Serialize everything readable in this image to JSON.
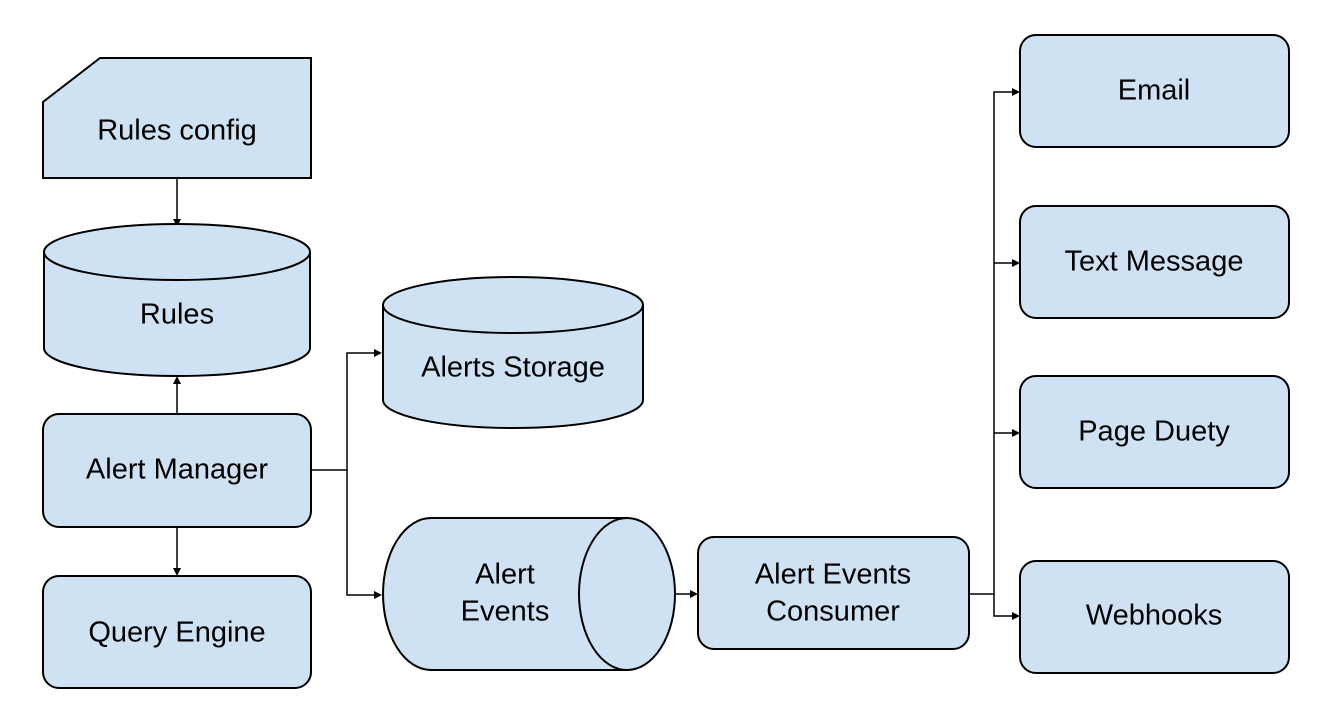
{
  "diagram": {
    "nodes": {
      "rules_config": {
        "label": "Rules config"
      },
      "rules": {
        "label": "Rules"
      },
      "alert_manager": {
        "label": "Alert Manager"
      },
      "query_engine": {
        "label": "Query Engine"
      },
      "alerts_storage": {
        "label": "Alerts Storage"
      },
      "alert_events": {
        "label_line1": "Alert",
        "label_line2": "Events"
      },
      "alert_events_consumer": {
        "label_line1": "Alert Events",
        "label_line2": "Consumer"
      },
      "email": {
        "label": "Email"
      },
      "text_message": {
        "label": "Text Message"
      },
      "page_duety": {
        "label": "Page Duety"
      },
      "webhooks": {
        "label": "Webhooks"
      }
    },
    "edges": [
      {
        "from": "rules_config",
        "to": "rules"
      },
      {
        "from": "alert_manager",
        "to": "rules"
      },
      {
        "from": "alert_manager",
        "to": "query_engine"
      },
      {
        "from": "alert_manager",
        "to": "alerts_storage"
      },
      {
        "from": "alert_manager",
        "to": "alert_events"
      },
      {
        "from": "alert_events",
        "to": "alert_events_consumer"
      },
      {
        "from": "alert_events_consumer",
        "to": "email"
      },
      {
        "from": "alert_events_consumer",
        "to": "text_message"
      },
      {
        "from": "alert_events_consumer",
        "to": "page_duety"
      },
      {
        "from": "alert_events_consumer",
        "to": "webhooks"
      }
    ]
  },
  "colors": {
    "fill": "#cfe2f3",
    "stroke": "#000000"
  }
}
